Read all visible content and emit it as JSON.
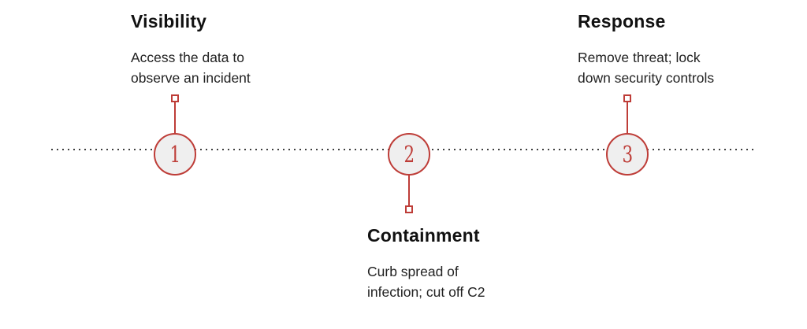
{
  "diagram": {
    "type": "timeline-process",
    "accent_color": "#be3d38",
    "circle_fill_color": "#efefef",
    "dotted_line_color": "#3f3f3f",
    "milestones": [
      {
        "number": "1",
        "title": "Visibility",
        "description": "Access the data to\nobserve an incident",
        "label_position": "above"
      },
      {
        "number": "2",
        "title": "Containment",
        "description": "Curb spread of\ninfection; cut off C2",
        "label_position": "below"
      },
      {
        "number": "3",
        "title": "Response",
        "description": "Remove threat; lock\ndown security controls",
        "label_position": "above"
      }
    ]
  }
}
